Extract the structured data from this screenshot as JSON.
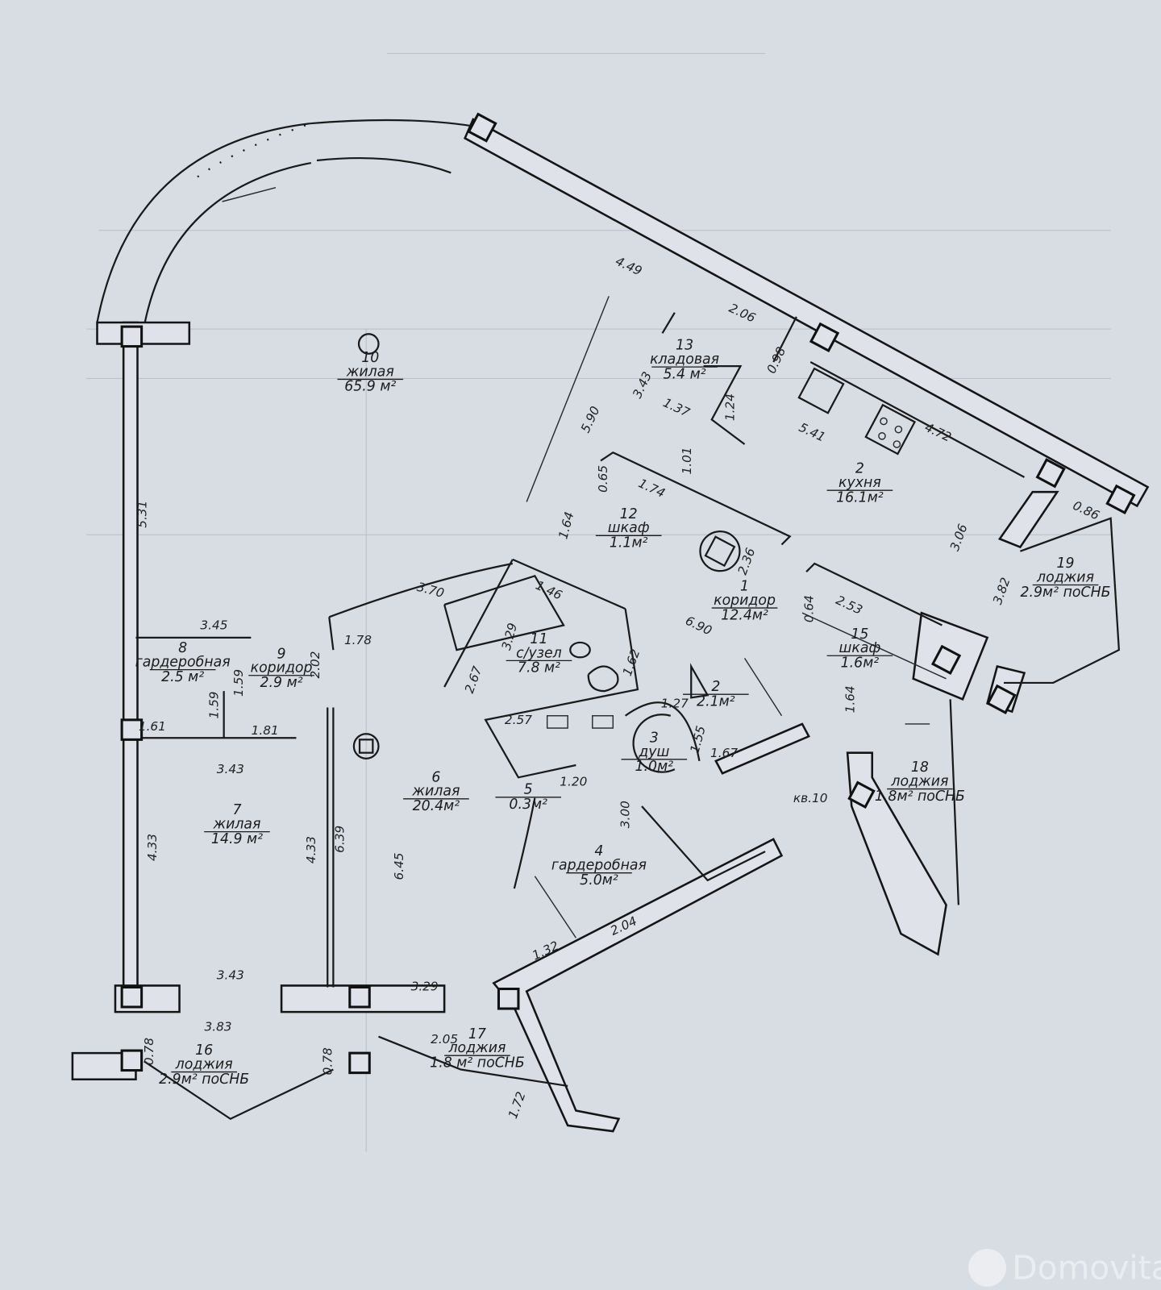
{
  "rooms": [
    {
      "num": "10",
      "name": "жилая",
      "area": "65.9 м²"
    },
    {
      "num": "13",
      "name": "кладовая",
      "area": "5.4 м²"
    },
    {
      "num": "2",
      "name": "кухня",
      "area": "16.1м²"
    },
    {
      "num": "12",
      "name": "шкаф",
      "area": "1.1м²"
    },
    {
      "num": "1",
      "name": "коридор",
      "area": "12.4м²"
    },
    {
      "num": "15",
      "name": "шкаф",
      "area": "1.6м²"
    },
    {
      "num": "19",
      "name": "лоджия",
      "area": "2.9м² поСНБ"
    },
    {
      "num": "11",
      "name": "с/узел",
      "area": "7.8 м²"
    },
    {
      "num": "2",
      "name": "",
      "area": "2.1м²"
    },
    {
      "num": "3",
      "name": "душ",
      "area": "1.0м²"
    },
    {
      "num": "8",
      "name": "гардеробная",
      "area": "2.5 м²"
    },
    {
      "num": "9",
      "name": "коридор",
      "area": "2.9 м²"
    },
    {
      "num": "6",
      "name": "жилая",
      "area": "20.4м²"
    },
    {
      "num": "5",
      "name": "",
      "area": "0.3м²"
    },
    {
      "num": "7",
      "name": "жилая",
      "area": "14.9 м²"
    },
    {
      "num": "4",
      "name": "гардеробная",
      "area": "5.0м²"
    },
    {
      "num": "18",
      "name": "лоджия",
      "area": "1.8м² поСНБ"
    },
    {
      "num": "17",
      "name": "лоджия",
      "area": "1.8 м² поСНБ"
    },
    {
      "num": "16",
      "name": "лоджия",
      "area": "2.9м² поСНБ"
    }
  ],
  "apartment_label": "кв.10",
  "dimensions": [
    "4.49",
    "2.06",
    "0.98",
    "3.43",
    "1.37",
    "5.90",
    "1.24",
    "4.72",
    "5.41",
    "1.01",
    "0.65",
    "1.74",
    "5.31",
    "1.64",
    "0.86",
    "3.06",
    "2.36",
    "3.70",
    "1.46",
    "0.64",
    "2.53",
    "3.82",
    "3.45",
    "1.78",
    "3.29",
    "6.90",
    "2.02",
    "1.62",
    "2.67",
    "1.59",
    "1.59",
    "1.64",
    "1.61",
    "1.81",
    "2.57",
    "1.27",
    "1.55",
    "1.67",
    "3.43",
    "1.20",
    "6.39",
    "4.33",
    "4.33",
    "6.45",
    "3.00",
    "2.04",
    "3.43",
    "1.32",
    "3.29",
    "3.83",
    "2.05",
    "0.78",
    "0.78",
    "1.72"
  ],
  "watermark": "Domovita"
}
